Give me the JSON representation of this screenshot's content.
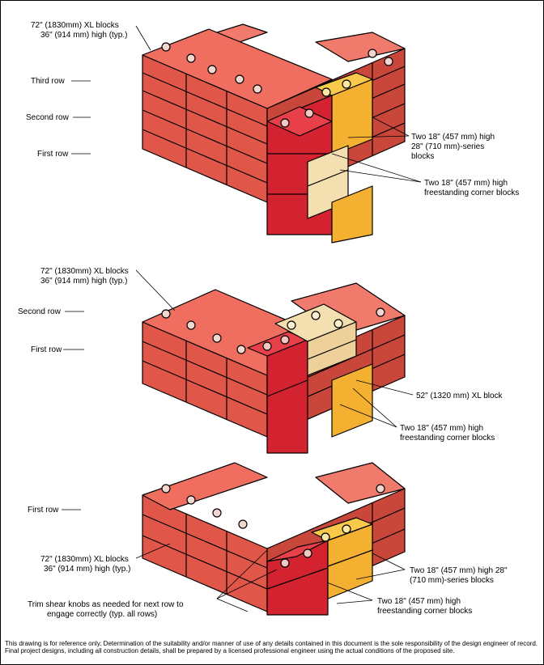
{
  "colors": {
    "xl_block": "#e0574a",
    "corner_block": "#d32230",
    "series_block": "#f4b030",
    "xl52_block": "#f4dfb0",
    "outline": "#000000"
  },
  "diagram1": {
    "label_xl": [
      "72\" (1830mm) XL blocks",
      "36\" (914 mm) high (typ.)"
    ],
    "row3": "Third row",
    "row2": "Second row",
    "row1": "First row",
    "label_series": [
      "Two 18\" (457 mm) high",
      "28\" (710 mm)-series",
      "blocks"
    ],
    "label_corner": [
      "Two 18\" (457 mm) high",
      "freestanding corner blocks"
    ]
  },
  "diagram2": {
    "label_xl": [
      "72\" (1830mm) XL blocks",
      "36\" (914 mm) high (typ.)"
    ],
    "row2": "Second row",
    "row1": "First row",
    "label_52": "52\" (1320 mm) XL block",
    "label_corner": [
      "Two 18\" (457 mm) high",
      "freestanding corner blocks"
    ]
  },
  "diagram3": {
    "row1": "First row",
    "label_xl": [
      "72\" (1830mm) XL blocks",
      "36\" (914 mm) high (typ.)"
    ],
    "label_trim": [
      "Trim shear knobs as needed for next row to",
      "engage correctly (typ. all rows)"
    ],
    "label_series": [
      "Two 18\" (457 mm) high 28\"",
      "(710 mm)-series blocks"
    ],
    "label_corner": [
      "Two 18\" (457 mm) high",
      "freestanding corner blocks"
    ]
  },
  "disclaimer": "This drawing is for reference only. Determination of the suitability and/or manner of use of any details contained in this document is the sole responsibility of the design engineer of record. Final project designs, including all construction details, shall be prepared by a licensed professional engineer using the actual conditions of the proposed site."
}
